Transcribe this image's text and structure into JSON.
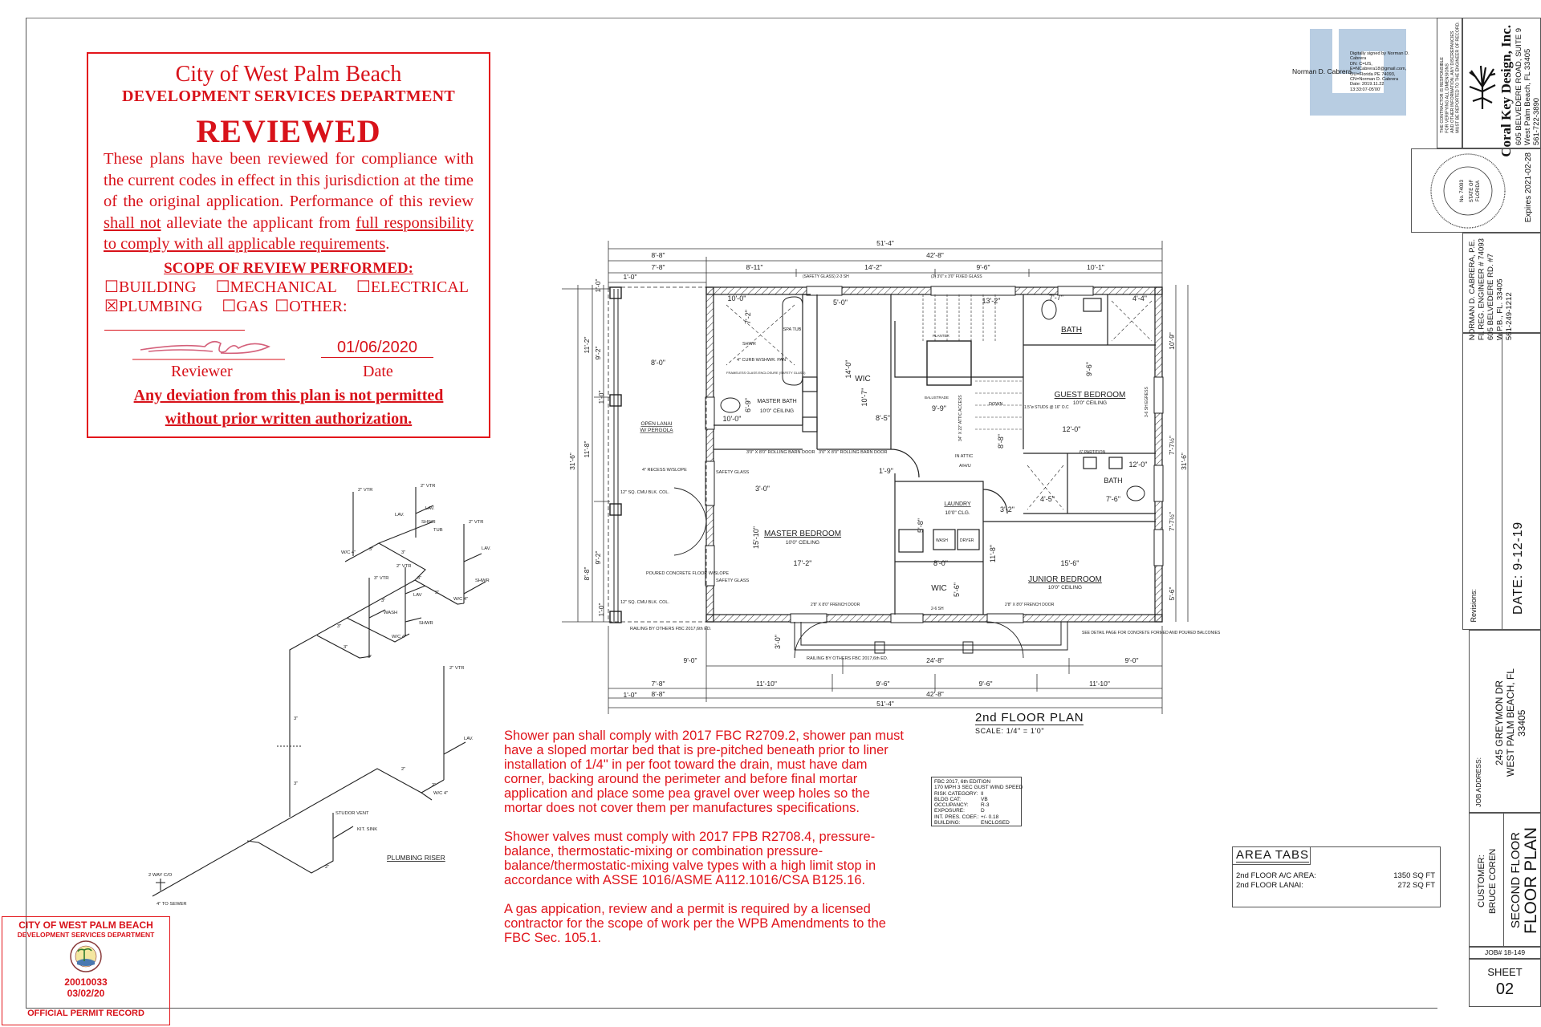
{
  "review_stamp": {
    "city": "City of West Palm Beach",
    "department": "DEVELOPMENT SERVICES DEPARTMENT",
    "status": "REVIEWED",
    "para_1": "These plans have been reviewed for compliance with the current codes in effect in this jurisdiction at the time of the original application. Performance of this review",
    "para_u1": "shall not",
    "para_2": "alleviate the applicant from",
    "para_u2": "full responsibility to comply with all applicable requirements",
    "para_end": ".",
    "scope_title": "SCOPE OF REVIEW PERFORMED:",
    "checks": [
      {
        "label": "BUILDING",
        "box": "☐"
      },
      {
        "label": "MECHANICAL",
        "box": "☐"
      },
      {
        "label": "ELECTRICAL",
        "box": "☐"
      },
      {
        "label": "PLUMBING",
        "box": "☒"
      },
      {
        "label": "GAS",
        "box": "☐"
      },
      {
        "label": "OTHER:",
        "box": "☐"
      }
    ],
    "date": "01/06/2020",
    "reviewer_label": "Reviewer",
    "date_label": "Date",
    "deviation_1": "Any deviation from this plan is not permitted",
    "deviation_2": "without prior written authorization.",
    "color": "#d8121a"
  },
  "permit_stamp": {
    "city": "CITY OF WEST PALM BEACH",
    "department": "DEVELOPMENT SERVICES DEPARTMENT",
    "seal_text": "CITY OF WEST PALM BEACH FLORIDA",
    "permit_number": "20010033",
    "date": "03/02/20",
    "footer": "OFFICIAL PERMIT RECORD"
  },
  "digital_signature": {
    "name": "Norman D. Cabrera",
    "details": [
      "Digitally signed by Norman D.",
      "Cabrera",
      "DN: C=US,",
      "E=NCabrera18@gmail.com,",
      "OU=Florida PE 74093,",
      "CN=Norman D. Cabrera",
      "Date: 2019.11.22",
      "13:33:07-05'00'"
    ]
  },
  "title_block": {
    "contractor_note": [
      "THE CONTRACTOR IS RESPONSIBLE",
      "FOR VERIFYING ALL DIMENSIONS",
      "AND OTHER INFORMATION. ANY DISCREPANCIES",
      "MUST BE REPORTED TO THE ENGINEER OF RECORD."
    ],
    "company": "Coral Key Design, Inc.",
    "company_address": [
      "605 BELVEDERE ROAD, SUITE 9",
      "West Palm Beach, FL 33405",
      "561-722-3890"
    ],
    "seal_lettering": "NORMAN DAVID CABRERA * LICENSE No. 74093 * STATE OF FLORIDA * PROFESSIONAL ENGINEER",
    "seal_expires": "Expires 2021-02-28",
    "engineer": [
      "NORMAN D. CABRERA, P.E.",
      "FL REG. ENGINEER # 74093",
      "605 BELVEDERE RD. #7",
      "W.P.B., FL. 33405",
      "561-249-1212"
    ],
    "revisions_label": "Revisions:",
    "date": "DATE: 9-12-19",
    "job_address_label": "JOB ADDRESS:",
    "job_address": [
      "245 GREYMON DR",
      "WEST PALM BEACH, FL",
      "33405"
    ],
    "customer_label": "CUSTOMER:",
    "customer": "BRUCE COREN",
    "sheet_title_1": "SECOND FLOOR",
    "sheet_title_2": "FLOOR PLAN",
    "job_number": "JOB# 18-149",
    "sheet_label": "SHEET",
    "sheet_number": "02"
  },
  "plan": {
    "title": "2nd FLOOR PLAN",
    "scale": "SCALE: 1/4\" = 1'0\"",
    "dims_top": [
      "51'-4\"",
      "8'-8\"",
      "42'-8\"",
      "7'-8\"",
      "8'-11\"",
      "14'-2\"",
      "9'-6\"",
      "10'-1\"",
      "1'-0\"",
      "1'-0\""
    ],
    "dims_bottom": [
      "9'-0\"",
      "24'-8\"",
      "9'-0\"",
      "7'-8\"",
      "11'-10\"",
      "9'-6\"",
      "9'-6\"",
      "11'-10\"",
      "1'-0\"",
      "8'-8\"",
      "42'-8\"",
      "51'-4\""
    ],
    "dims_left": [
      "31'-6\"",
      "11'-2\"",
      "9'-2\"",
      "9'-2\"",
      "11'-8\"",
      "8'-8\"",
      "1'-0\"",
      "1'-0\""
    ],
    "dims_right": [
      "10'-9\"",
      "7'-7½\"",
      "7'-7½\"",
      "5'-6\"",
      "31'-6\""
    ],
    "rooms": [
      {
        "name": "MASTER BATH",
        "note": "10'0\" CEILING"
      },
      {
        "name": "MASTER BEDROOM",
        "note": "10'0\" CEILING"
      },
      {
        "name": "GUEST BEDROOM",
        "note": "10'0\" CEILING"
      },
      {
        "name": "JUNIOR BEDROOM",
        "note": "10'0\" CEILING"
      },
      {
        "name": "LAUNDRY",
        "note": "10'0\" CLG."
      },
      {
        "name": "BATH",
        "note": ""
      },
      {
        "name": "BATH",
        "note": ""
      },
      {
        "name": "WIC",
        "note": ""
      },
      {
        "name": "WIC",
        "note": ""
      },
      {
        "name": "OPEN LANAI",
        "note": "W/ PERGOLA"
      }
    ],
    "labels": [
      "SPA TUB",
      "SHWR",
      "4\" CURB W/SHWR. PAN",
      "FRAMELESS GLASS ENCLOSURE (SAFETY GLASS)",
      "3'0\" X 8'0\" ROLLING BARN DOOR",
      "3'0\" X 8'0\" ROLLING BARN DOOR",
      "(SAFETY GLASS) 2-3 SH",
      "(2) 3'0\" x 3'0\" FIXED GLASS",
      "PLANTER",
      "BALUSTRADE",
      "DOWN",
      "34\" X 22\" ATTIC ACCESS",
      "IN ATTIC",
      "A/H/U",
      "1.5\"ø STUDS @ 16\" O.C",
      "6\" PARTITION",
      "WASH",
      "DRYER",
      "2'8\" X 8'0\" FRENCH DOOR",
      "2'8\" X 8'0\" FRENCH DOOR",
      "SAFETY GLASS",
      "SAFETY GLASS",
      "12\" SQ. CMU BLK. COL.",
      "12\" SQ. CMU BLK. COL.",
      "4\" RECESS W/SLOPE",
      "POURED CONCRETE FLOOR W/SLOPE",
      "RAILING BY OTHERS FBC 2017,6th ED.",
      "RAILING BY OTHERS FBC 2017,6th ED.",
      "SEE DETAIL PAGE FOR CONCRETE FORMED AND POURED BALCONIES",
      "2-6 SH",
      "3-6 SH EGRESS",
      "10'-0\"",
      "10'-0\"",
      "7'-2\"",
      "6'-9\"",
      "5'-0\"",
      "14'-0\"",
      "10'-7\"",
      "8'-5\"",
      "13'-2\"",
      "7'-7\"",
      "4'-4\"",
      "9'-6\"",
      "12'-0\"",
      "8'-8\"",
      "9'-9\"",
      "17'-2\"",
      "15'-10\"",
      "15'-6\"",
      "8'-0\"",
      "5'-8\"",
      "5'-6\"",
      "11'-8\"",
      "12'-0\"",
      "4'-5\"",
      "7'-6\"",
      "3'-0\"",
      "3'-0\"",
      "3'-2\"",
      "1'-9\"",
      "8'-0\""
    ]
  },
  "notes": [
    "Shower pan shall comply with 2017 FBC R2709.2, shower pan must have a sloped mortar bed that is pre-pitched beneath prior to liner installation of 1/4\" in  per foot toward the drain, must have dam corner, backing around the perimeter and before final mortar application and place some pea gravel over weep holes so the mortar does not cover them per manufactures specifications.",
    "Shower valves must comply with 2017 FPB R2708.4, pressure-balance, thermostatic-mixing or combination pressure-balance/thermostatic-mixing valve types with a high limit stop in accordance with ASSE 1016/ASME A112.1016/CSA B125.16.",
    "A gas appication, review and a permit is required by a licensed contractor for the scope of work per the WPB Amendments to the FBC Sec. 105.1."
  ],
  "code_box": [
    {
      "k": "FBC 2017, 6th EDITION",
      "v": ""
    },
    {
      "k": "170 MPH 3 SEC GUST WIND SPEED",
      "v": ""
    },
    {
      "k": "RISK CATEGORY:",
      "v": "II"
    },
    {
      "k": "BLDG CAT:",
      "v": "VB"
    },
    {
      "k": "OCCUPANCY:",
      "v": "R-3"
    },
    {
      "k": "EXPOSURE:",
      "v": "D"
    },
    {
      "k": "INT. PRES. COEF.:",
      "v": "+/- 0.18"
    },
    {
      "k": "BUILDING:",
      "v": "ENCLOSED"
    }
  ],
  "area_tabs": {
    "title": "AREA TABS",
    "rows": [
      {
        "label": "2nd FLOOR A/C AREA:",
        "value": "1350 SQ FT"
      },
      {
        "label": "2nd FLOOR LANAI:",
        "value": "272 SQ FT"
      }
    ]
  },
  "riser": {
    "title": "PLUMBING RISER",
    "labels": [
      "2\" VTR",
      "2\" VTR",
      "2\" VTR",
      "2\" VTR",
      "3\" VTR",
      "2\" VTR",
      "LAV.",
      "LAV.",
      "SHWR",
      "TUB",
      "W/C 4\"",
      "W/C 4\"",
      "W/C 4\"",
      "W/C 4\"",
      "LAV.",
      "SHWR",
      "LAV",
      "WASH",
      "SHWR",
      "LAV.",
      "STUDOR VENT",
      "KIT. SINK",
      "2 WAY C/O",
      "4\" TO SEWER",
      "3\"",
      "3\"",
      "3\"",
      "3\"",
      "3\"",
      "3\"",
      "3\"",
      "3\"",
      "3\"",
      "3\"",
      "2\"",
      "2\"",
      "2\""
    ]
  }
}
